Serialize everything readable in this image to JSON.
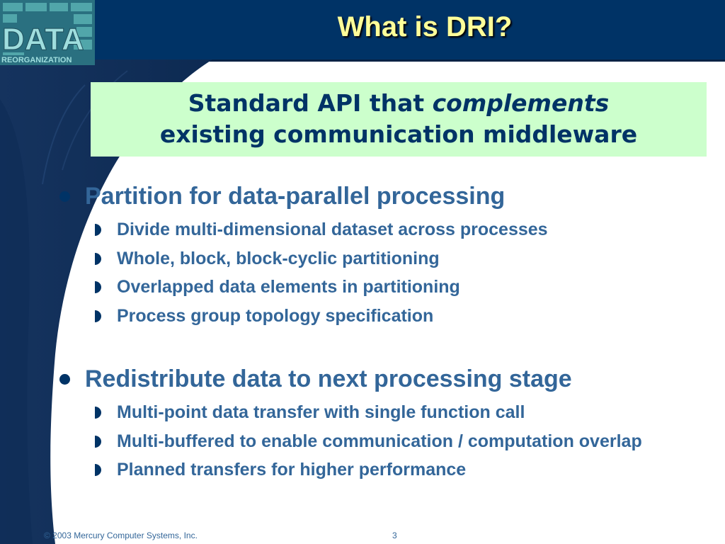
{
  "slide": {
    "title": "What is DRI?"
  },
  "logo": {
    "main_text": "DATA",
    "sub_text": "REORGANIZATION"
  },
  "callout": {
    "line1_plain": "Standard API that ",
    "line1_emphasis": "complements",
    "line2": "existing communication middleware"
  },
  "sections": [
    {
      "heading": "Partition for data-parallel processing",
      "items": [
        "Divide multi-dimensional dataset across processes",
        "Whole, block, block-cyclic partitioning",
        "Overlapped data elements in partitioning",
        "Process group topology specification"
      ]
    },
    {
      "heading": "Redistribute data to next processing stage",
      "items": [
        "Multi-point data transfer with single function call",
        "Multi-buffered to enable communication / computation overlap",
        "Planned transfers for higher performance"
      ]
    }
  ],
  "footer": {
    "copyright": "© 2003 Mercury Computer Systems, Inc.",
    "page_number": "3"
  },
  "colors": {
    "header_bg": "#003366",
    "title": "#ffff99",
    "callout_bg": "#ccffcc",
    "callout_text": "#003366",
    "body_text": "#336699"
  }
}
